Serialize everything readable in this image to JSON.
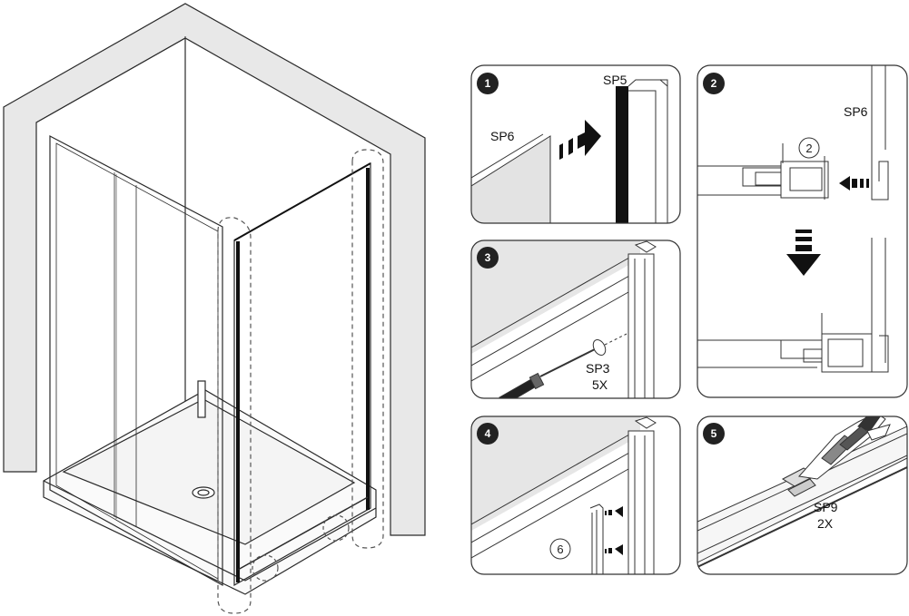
{
  "panels": {
    "step1": {
      "number": "1",
      "label_a": "SP5",
      "label_b": "SP6"
    },
    "step2": {
      "number": "2",
      "label_a": "SP6",
      "circled": "2"
    },
    "step3": {
      "number": "3",
      "part": "SP3",
      "qty": "5X"
    },
    "step4": {
      "number": "4",
      "circled": "6"
    },
    "step5": {
      "number": "5",
      "part": "SP9",
      "qty": "2X"
    }
  },
  "colors": {
    "line": "#1a1a1a",
    "wall": "#e6e6e6",
    "panel_border": "#333333",
    "glass": "#f2f2f2"
  }
}
